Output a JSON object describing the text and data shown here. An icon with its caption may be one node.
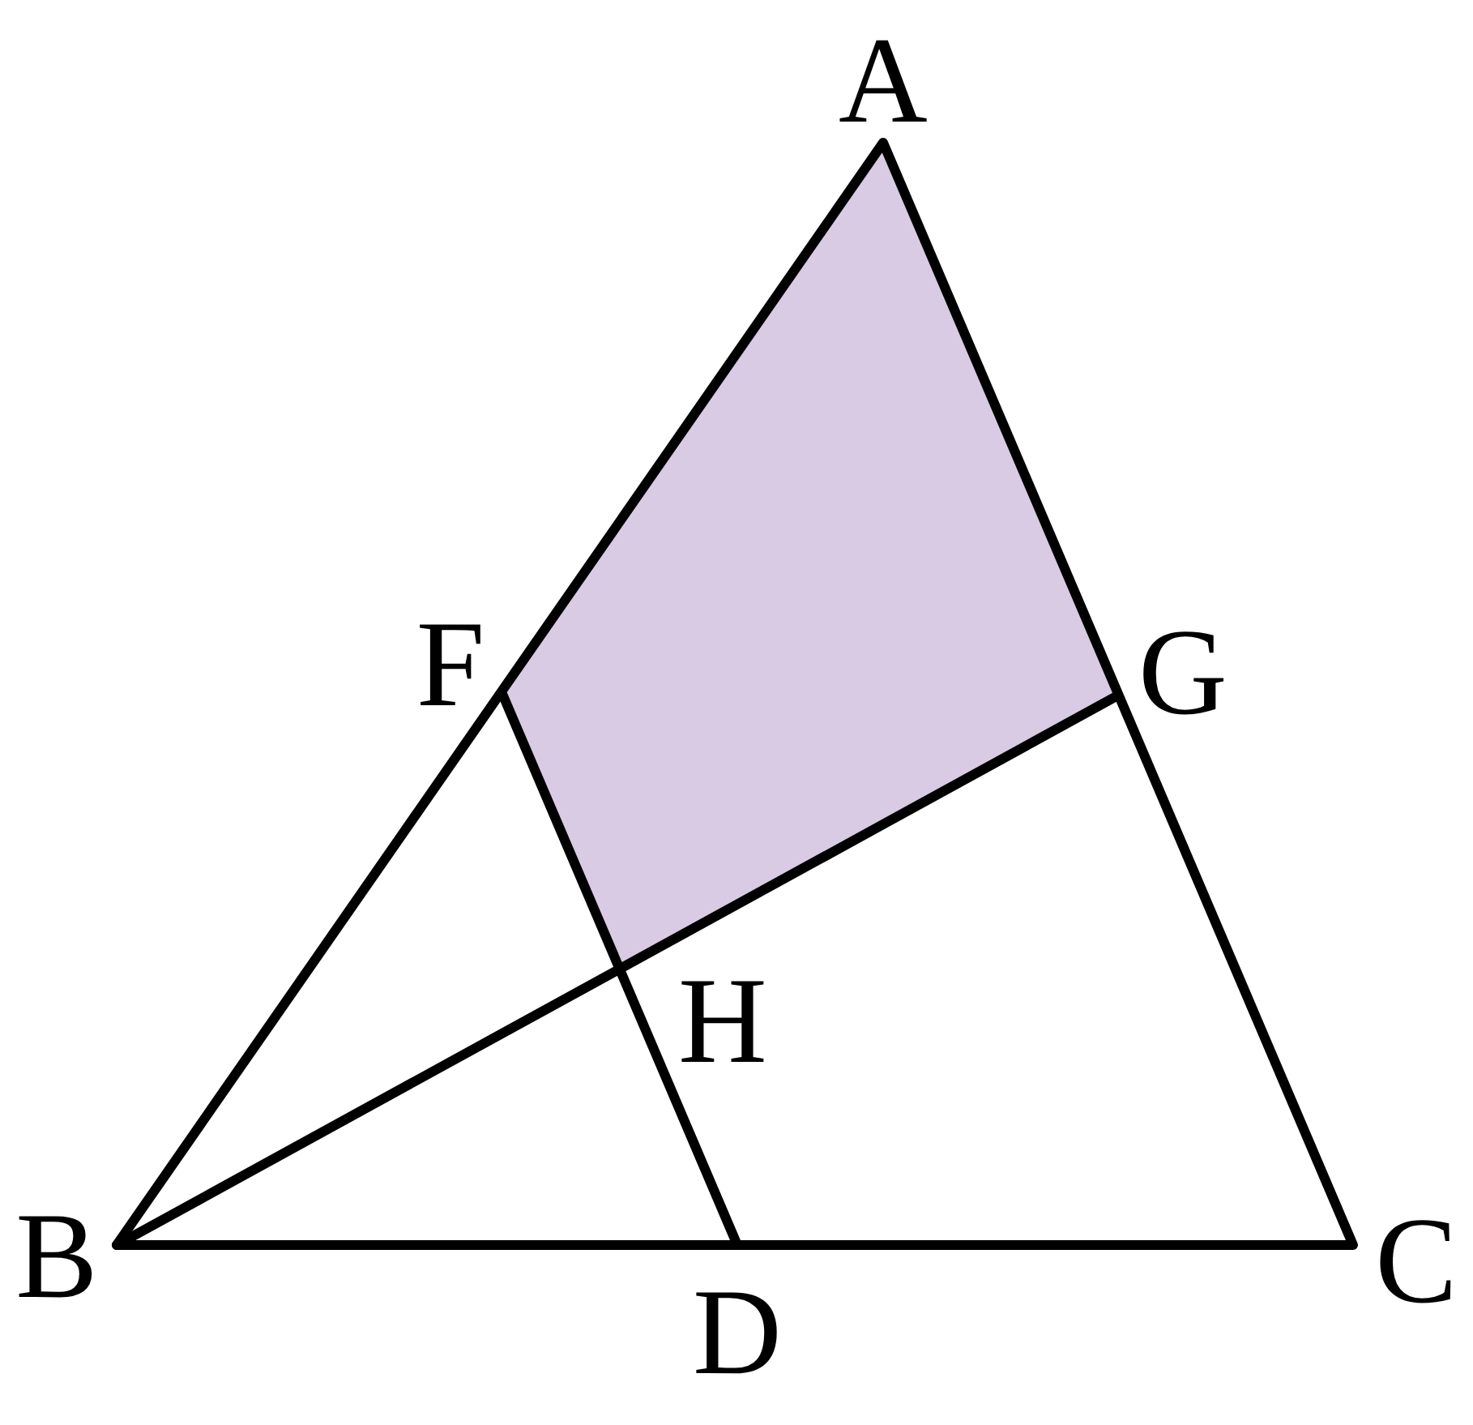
{
  "diagram": {
    "labels": [
      "A",
      "F",
      "G",
      "H",
      "B",
      "C",
      "D"
    ]
  }
}
